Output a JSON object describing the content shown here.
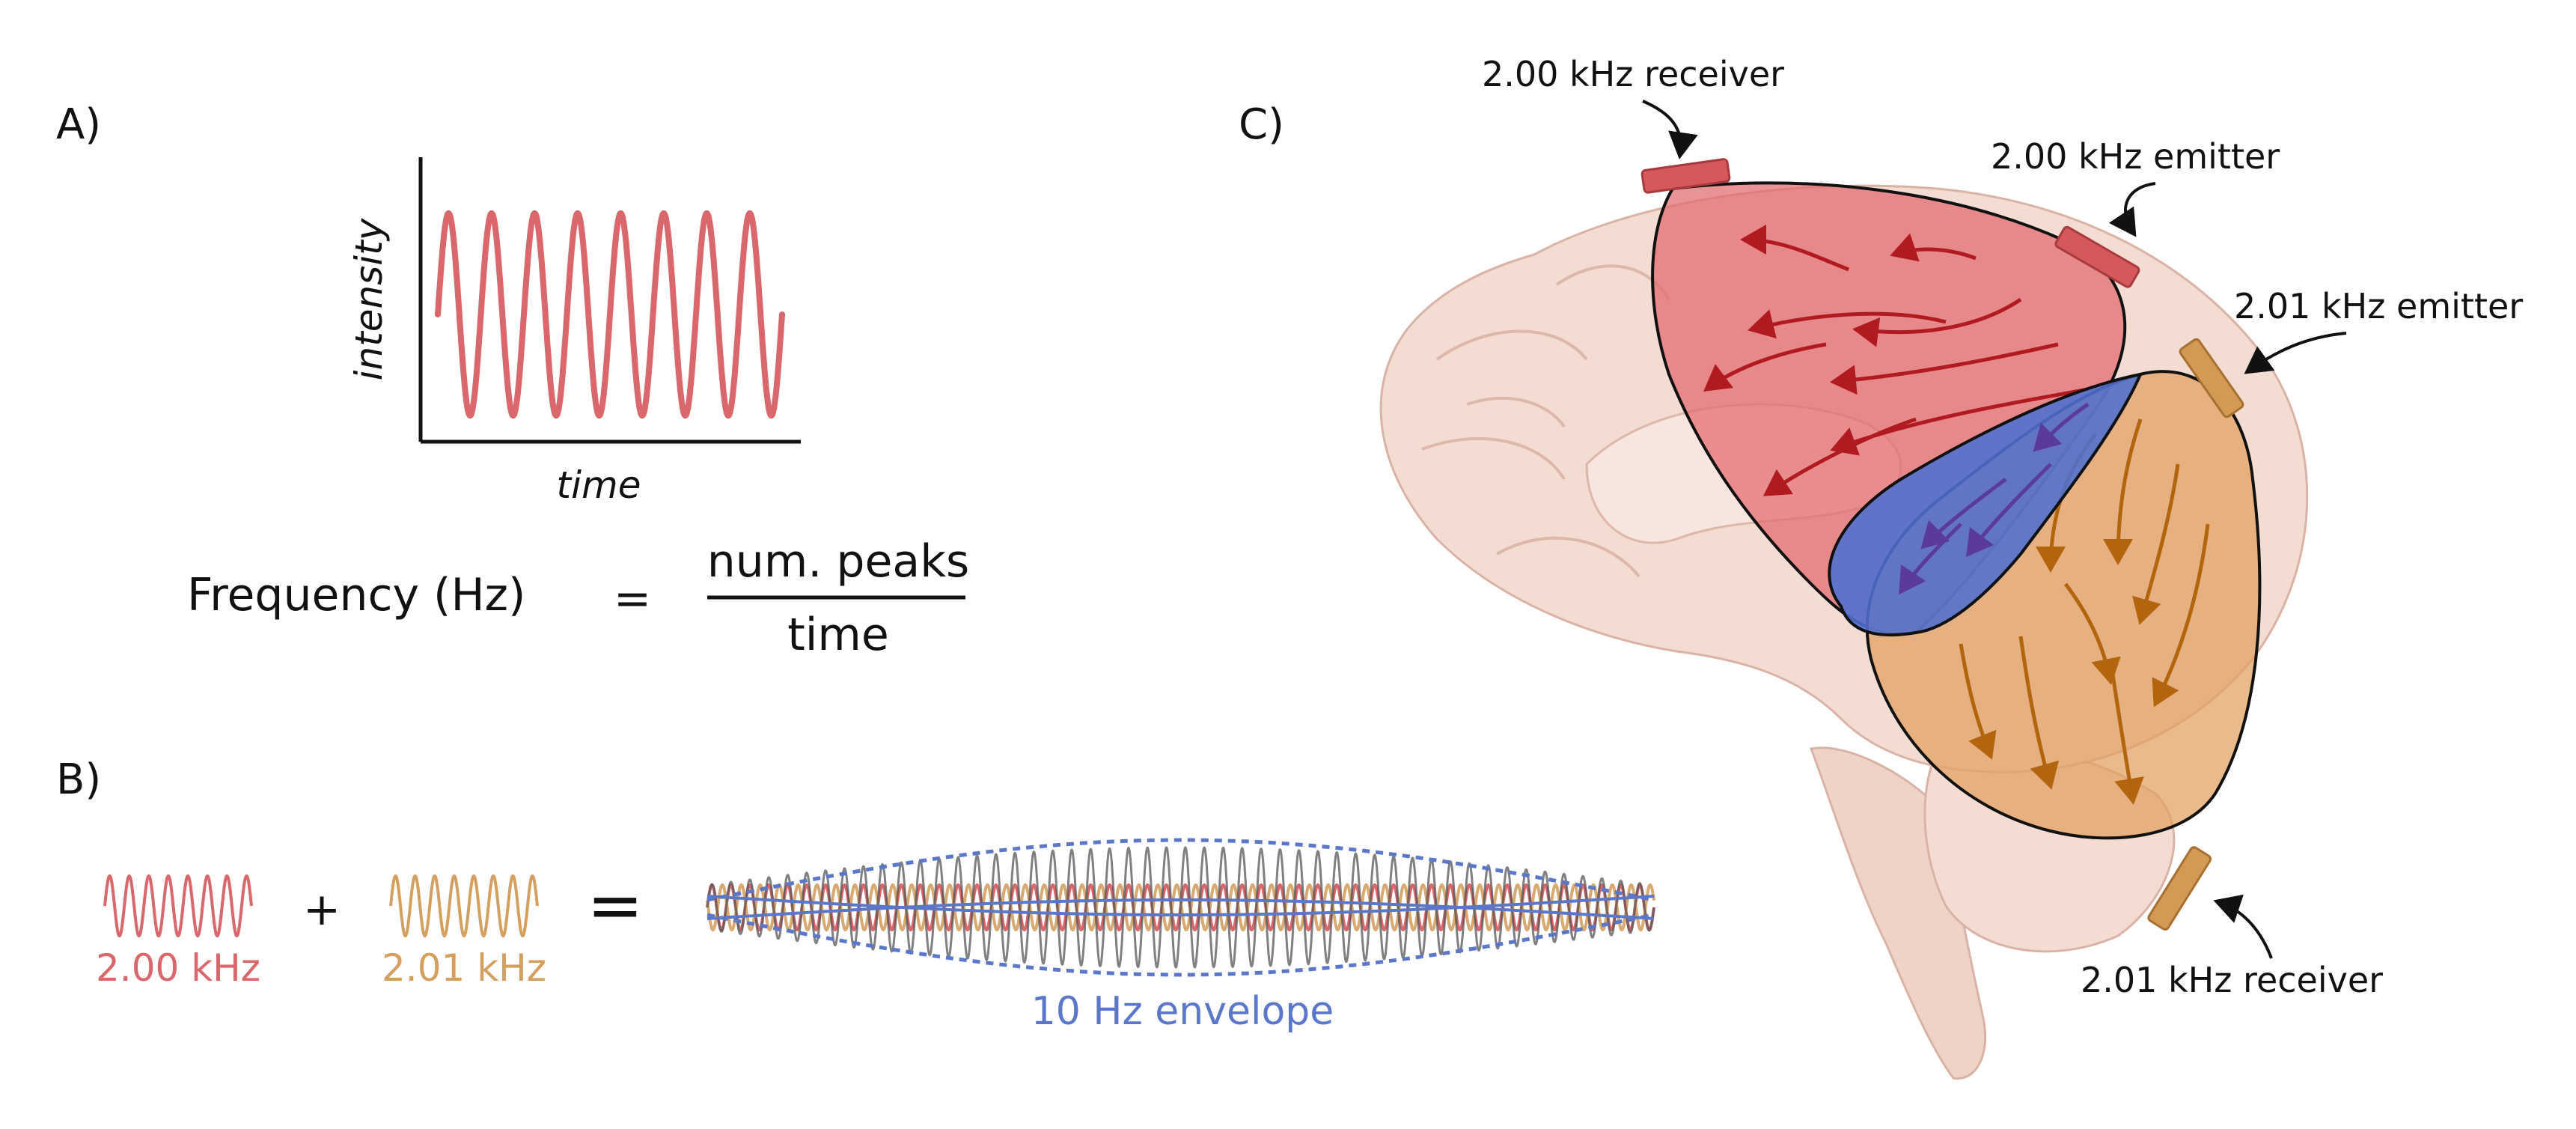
{
  "panels": {
    "a": {
      "label": "A)"
    },
    "b": {
      "label": "B)"
    },
    "c": {
      "label": "C)"
    }
  },
  "panel_a": {
    "ylabel": "intensity",
    "xlabel": "time",
    "peaks": 8,
    "formula": {
      "lhs": "Frequency (Hz)",
      "equals": "=",
      "numerator": "num. peaks",
      "denominator": "time"
    }
  },
  "panel_b": {
    "wave1": {
      "label": "2.00 kHz",
      "color": "#d9676b"
    },
    "wave2": {
      "label": "2.01 kHz",
      "color": "#d4a060"
    },
    "plus": "+",
    "equals": "=",
    "envelope": {
      "label": "10 Hz envelope",
      "color": "#5b77c9"
    }
  },
  "panel_c": {
    "receiver_200": "2.00 kHz receiver",
    "emitter_200": "2.00 kHz emitter",
    "emitter_201": "2.01 kHz emitter",
    "receiver_201": "2.01 kHz receiver",
    "colors": {
      "region_200": "#e26a6e",
      "region_201": "#e0a060",
      "overlap": "#4f6fd0",
      "brain": "#f3dcd2",
      "electrode_200": "#d4585c",
      "electrode_201": "#d39a55"
    }
  }
}
